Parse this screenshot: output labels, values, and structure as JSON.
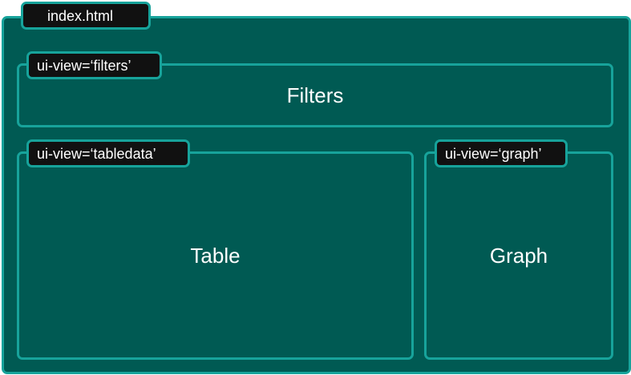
{
  "page": {
    "tag": "index.html"
  },
  "views": {
    "filters": {
      "tag": "ui-view=‘filters’",
      "label": "Filters"
    },
    "tabledata": {
      "tag": "ui-view=‘tabledata’",
      "label": "Table"
    },
    "graph": {
      "tag": "ui-view=‘graph’",
      "label": "Graph"
    }
  },
  "colors": {
    "container_fill": "#005a53",
    "border": "#17a39b",
    "tag_fill": "#111111",
    "text": "#ffffff"
  }
}
